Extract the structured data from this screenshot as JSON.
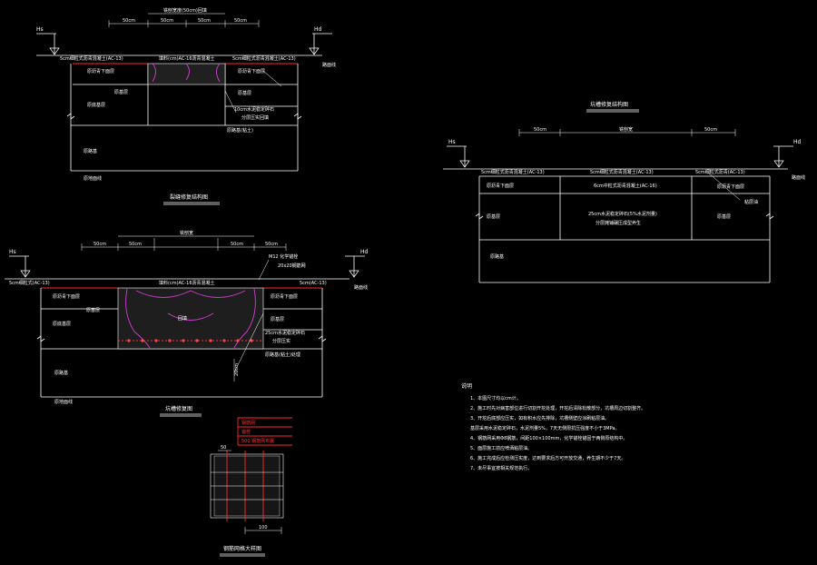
{
  "colors": {
    "background": "#000000",
    "line": "#ffffff",
    "accent_red": "#ff2a2a",
    "accent_magenta": "#d23cd2"
  },
  "top_left": {
    "hs": "Hs",
    "hd": "Hd",
    "dims": [
      "50cm",
      "50cm",
      "50cm",
      "50cm"
    ],
    "dim_top": "铣刨宽度(50cm)回填",
    "label_left_surface": "5cm细粒式沥青混凝土(AC-13)",
    "label_mid_surface": "填料(cm)AC-16沥青混凝土",
    "label_right_surface": "5cm细粒式沥青混凝土(AC-13)",
    "road_edge": "路面线",
    "label_mid_left": "原沥青下面层",
    "label_base_left": "原基层",
    "label_subbase_left": "原底基层",
    "label_base_right": "原沥青下面层",
    "label_base_right2": "原基层",
    "label_sealer": "10cm水泥稳定碎石",
    "label_sealer2": "分层压实回填",
    "label_bottom1": "原路基(粘土)",
    "label_subgrade": "原路基",
    "label_soil": "原地面线",
    "title": "裂缝修复结构图"
  },
  "mid_left": {
    "hs": "Hs",
    "hd": "Hd",
    "dims": [
      "50cm",
      "50cm",
      "铣刨宽",
      "50cm",
      "50cm"
    ],
    "label_left_surface": "5cm细粒式(AC-13)",
    "label_mid_surface": "填料(cm)AC-16沥青混凝土",
    "label_right_surface": "5cm(AC-13)",
    "road_edge": "路面线",
    "label_note1": "M12 化学锚栓",
    "label_note2": "20x20钢筋网",
    "label_left1": "原沥青下面层",
    "label_left2": "原基层",
    "label_left3": "原底基层",
    "label_right1": "原沥青下面层",
    "label_right2": "原基层",
    "label_right3": "25cm水泥稳定碎石",
    "label_right4": "分层压实",
    "label_right5": "原路基(粘土)处理",
    "label_center": "回填",
    "label_subgrade": "原路基",
    "label_soil": "原地面线",
    "label_vert": "20cm",
    "title": "坑槽修复图"
  },
  "detail": {
    "labels": [
      "钢筋网",
      "锚栓",
      "500 钢筋网布置"
    ],
    "dim_left": "50",
    "dim_bottom": "100",
    "title": "钢筋网格大样图"
  },
  "right": {
    "hs": "Hs",
    "hd": "Hd",
    "title": "坑槽修复结构图",
    "dims": [
      "50cm",
      "铣刨宽",
      "50cm"
    ],
    "label_left_surface": "5cm细粒式沥青混凝土(AC-13)",
    "label_mid_surface": "5cm细粒式沥青混凝土(AC-13)",
    "label_right_surface": "5cm细粒式沥青(AC-13)",
    "road_edge": "路面线",
    "label_left1": "原沥青下面层",
    "label_mid1": "6cm中粒式沥青混凝土(AC-16)",
    "label_right1": "原沥青下面层",
    "label_left2": "原基层",
    "label_mid2a": "25cm水泥稳定碎石(5%水泥剂量)",
    "label_mid2b": "分层摊铺碾压成型养生",
    "label_right2": "原基层",
    "label_left3": "原路基",
    "label_callout": "粘层油"
  },
  "notes": {
    "heading": "说明",
    "items": [
      "1、本图尺寸均以cm计。",
      "2、施工时先对病害部位进行切割开挖处理，开挖后清除松散部分，坑槽周边切割整齐。",
      "3、开挖后底部应压实，如有积水应先排除，坑槽侧壁应涂刷粘层油。",
      "   基层采用水泥稳定碎石，水泥剂量5%，7天无侧限抗压强度不小于3MPa。",
      "4、钢筋网采用Φ8钢筋，间距100×100mm，化学锚栓锚固于两侧原结构中。",
      "5、面层施工前应喷洒粘层油。",
      "6、施工完成后应检测压实度，达到要求后方可开放交通，养生期不少于7天。",
      "7、未尽事宜按相关规范执行。"
    ]
  }
}
